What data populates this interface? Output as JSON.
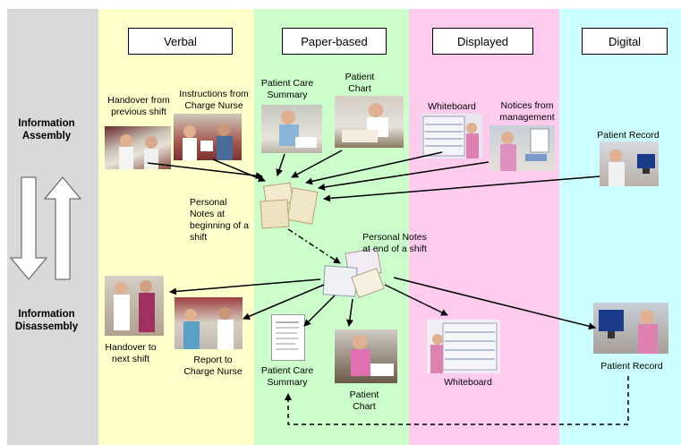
{
  "columns": {
    "verbal": "Verbal",
    "paper": "Paper-based",
    "displayed": "Displayed",
    "digital": "Digital"
  },
  "side": {
    "assembly": "Information Assembly",
    "disassembly": "Information Disassembly"
  },
  "sources": {
    "handover_prev": "Handover from previous shift",
    "instructions_charge": "Instructions from Charge Nurse",
    "care_summary": "Patient Care Summary",
    "chart": "Patient Chart",
    "whiteboard": "Whiteboard",
    "notices": "Notices from management",
    "record": "Patient Record"
  },
  "notes": {
    "begin": "Personal Notes at beginning of a shift",
    "end": "Personal Notes at end of a shift"
  },
  "targets": {
    "handover_next": "Handover to next shift",
    "report_charge": "Report to Charge Nurse",
    "care_summary": "Patient Care Summary",
    "chart": "Patient Chart",
    "whiteboard": "Whiteboard",
    "record": "Patient Record"
  },
  "colors": {
    "side_band": "#d9d9d9",
    "verbal_band": "#ffffcc",
    "paper_band": "#ccffcc",
    "displayed_band": "#ffccee",
    "digital_band": "#ccffff"
  }
}
